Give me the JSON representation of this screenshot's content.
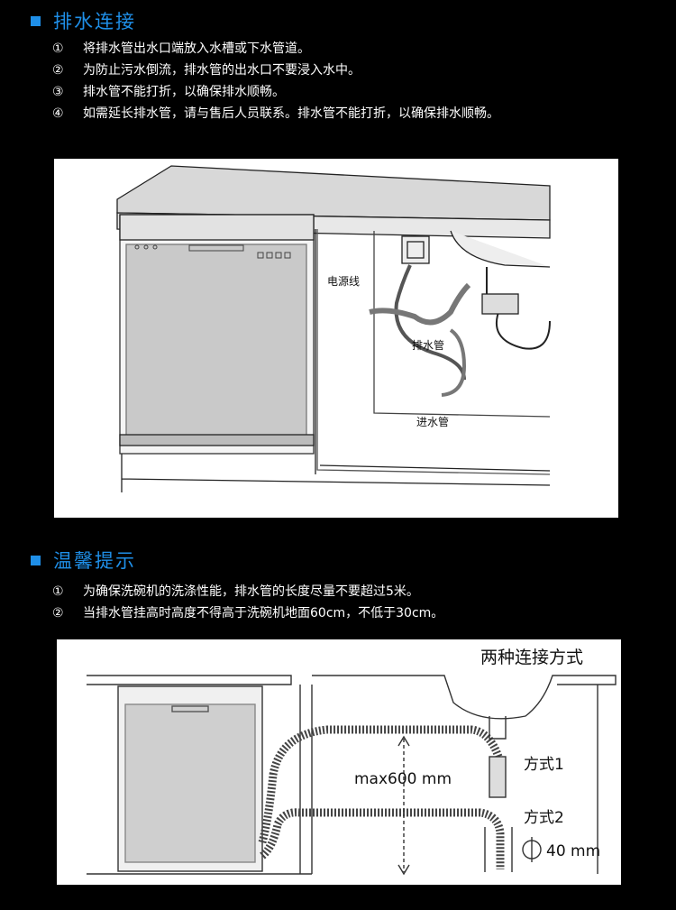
{
  "section1": {
    "title": "排水连接",
    "items": [
      {
        "num": "①",
        "text": "将排水管出水口端放入水槽或下水管道。"
      },
      {
        "num": "②",
        "text": "为防止污水倒流，排水管的出水口不要浸入水中。"
      },
      {
        "num": "③",
        "text": "排水管不能打折，以确保排水顺畅。"
      },
      {
        "num": "④",
        "text": "如需延长排水管，请与售后人员联系。排水管不能打折，以确保排水顺畅。"
      }
    ],
    "diagram": {
      "label_power": "电源线",
      "label_drain": "排水管",
      "label_inlet": "进水管"
    }
  },
  "section2": {
    "title": "温馨提示",
    "items": [
      {
        "num": "①",
        "text": "为确保洗碗机的洗涤性能，排水管的长度尽量不要超过5米。"
      },
      {
        "num": "②",
        "text": "当排水管挂高时高度不得高于洗碗机地面60cm，不低于30cm。"
      }
    ],
    "diagram": {
      "heading": "两种连接方式",
      "max_label": "max600 mm",
      "method1": "方式1",
      "method2": "方式2",
      "diameter": "40 mm"
    }
  }
}
